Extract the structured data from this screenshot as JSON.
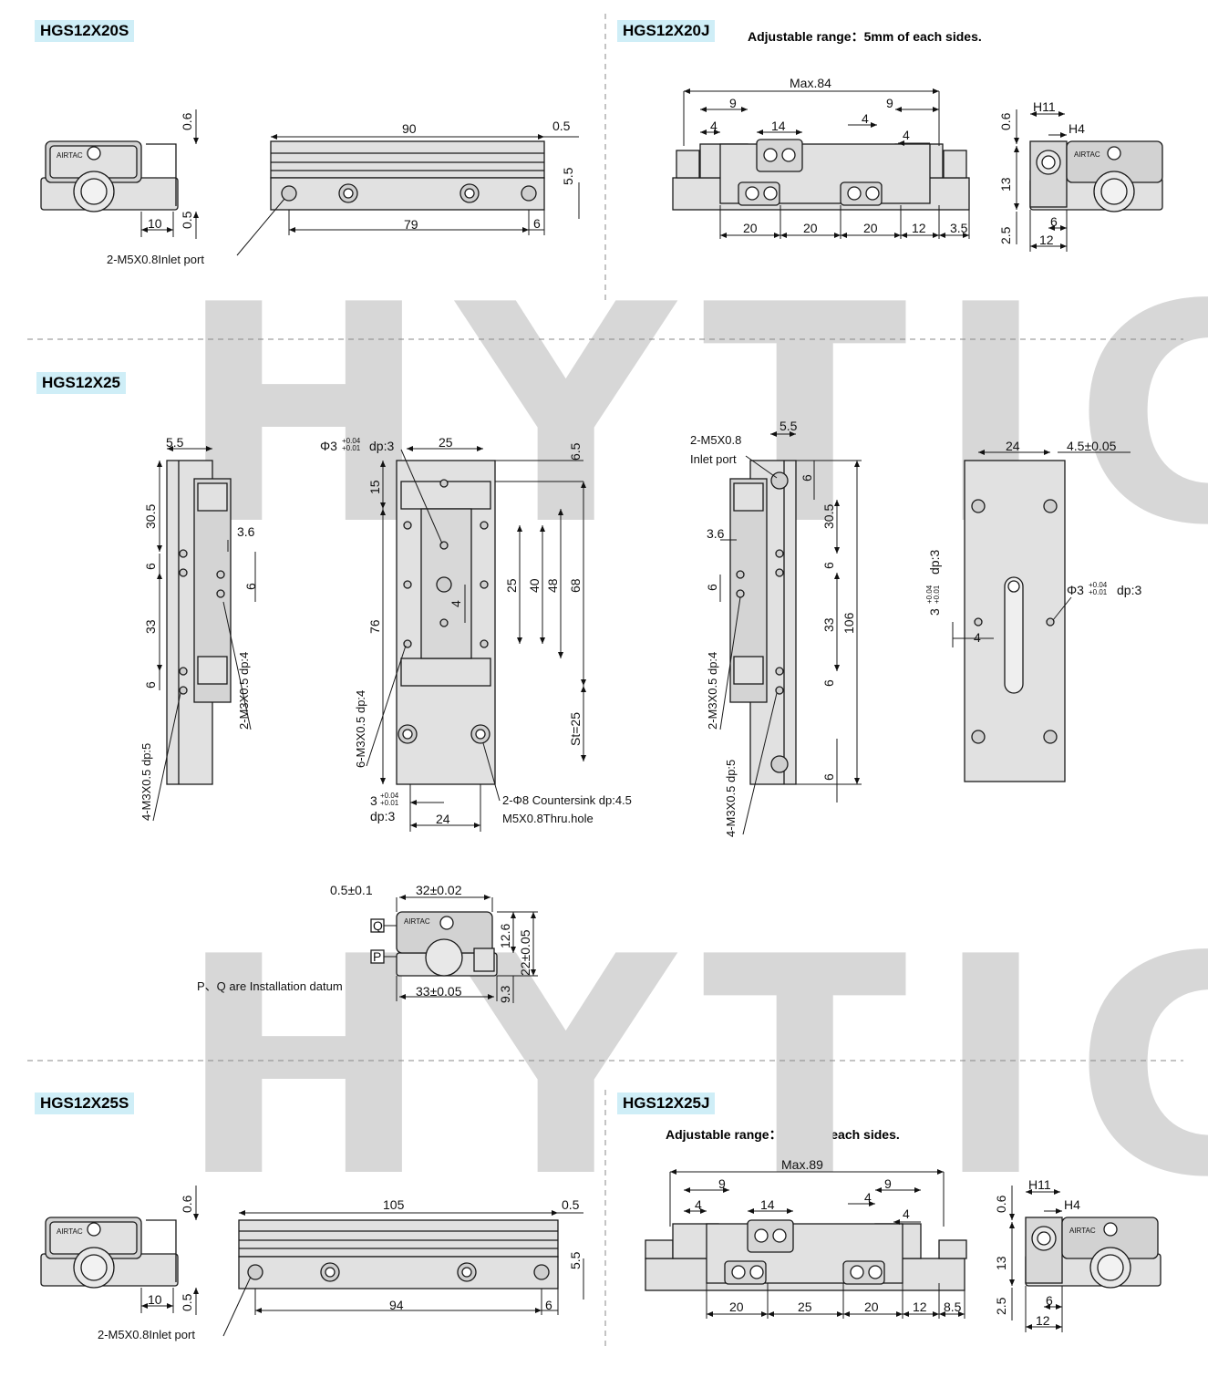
{
  "watermark": "HYTIC",
  "sections": {
    "s20s": {
      "tag": "HGS12X20S",
      "dims": {
        "d90": "90",
        "d05": "0.5",
        "d55": "5.5",
        "d79": "79",
        "d6": "6",
        "d06": "0.6",
        "d05b": "0.5",
        "d10": "10"
      },
      "port": "2-M5X0.8Inlet port"
    },
    "s20j": {
      "tag": "HGS12X20J",
      "note": "Adjustable range：5mm of each sides.",
      "dims": {
        "max": "Max.84",
        "a": "9",
        "b": "9",
        "c": "4",
        "d": "14",
        "e": "4",
        "f": "4",
        "g": "20",
        "h": "20",
        "i": "20",
        "j": "12",
        "k": "3.5"
      },
      "side": {
        "h11": "H11",
        "h4": "H4",
        "d06": "0.6",
        "d13": "13",
        "d25": "2.5",
        "d6": "6",
        "d12": "12"
      }
    },
    "s25": {
      "tag": "HGS12X25",
      "v1": {
        "d55": "5.5",
        "d305": "30.5",
        "d6a": "6",
        "d33": "33",
        "d6b": "6",
        "d36": "3.6",
        "d6c": "6",
        "m3a": "2-M3X0.5 dp:4",
        "m3b": "4-M3X0.5 dp:5"
      },
      "v2": {
        "phi": "Φ3",
        "tolp": "+0.04",
        "tolm": "+0.01",
        "dp": "dp:3",
        "d25": "25",
        "d65": "6.5",
        "d15": "15",
        "d25b": "25",
        "d40": "40",
        "d48": "48",
        "d68": "68",
        "d4": "4",
        "d76": "76",
        "st": "St=25",
        "m3": "6-M3X0.5 dp:4",
        "c3": "3",
        "cdp": "dp:3",
        "d24": "24",
        "csk": "2-Φ8 Countersink dp:4.5",
        "thru": "M5X0.8Thru.hole"
      },
      "v3": {
        "port1": "2-M5X0.8",
        "port2": "Inlet port",
        "d55": "5.5",
        "d6a": "6",
        "d305": "30.5",
        "d6b": "6",
        "d33": "33",
        "d106": "106",
        "d6c": "6",
        "d6d": "6",
        "d36": "3.6",
        "d6e": "6",
        "m3a": "2-M3X0.5 dp:4",
        "m3b": "4-M3X0.5 dp:5"
      },
      "v4": {
        "d24": "24",
        "d45": "4.5±0.05",
        "phi": "Φ3",
        "tolp": "+0.04",
        "tolm": "+0.01",
        "dp": "dp:3",
        "c3": "3",
        "cdp": "dp:3",
        "d4": "4"
      },
      "v5": {
        "d01": "0.5±0.1",
        "d32": "32±0.02",
        "d126": "12.6",
        "d22": "22±0.05",
        "d93": "9.3",
        "d33": "33±0.05",
        "q": "Q",
        "p": "P",
        "datum": "P、Q are Installation datum"
      }
    },
    "s25s": {
      "tag": "HGS12X25S",
      "dims": {
        "d105": "105",
        "d05": "0.5",
        "d55": "5.5",
        "d94": "94",
        "d6": "6",
        "d06": "0.6",
        "d05b": "0.5",
        "d10": "10"
      },
      "port": "2-M5X0.8Inlet port"
    },
    "s25j": {
      "tag": "HGS12X25J",
      "note": "Adjustable range：5mm of each sides.",
      "dims": {
        "max": "Max.89",
        "a": "9",
        "b": "9",
        "c": "4",
        "d": "14",
        "e": "4",
        "f": "4",
        "g": "20",
        "h": "25",
        "i": "20",
        "j": "12",
        "k": "8.5"
      },
      "side": {
        "h11": "H11",
        "h4": "H4",
        "d06": "0.6",
        "d13": "13",
        "d25": "2.5",
        "d6": "6",
        "d12": "12"
      }
    }
  },
  "colors": {
    "tag_bg": "#cfeef7",
    "body": "#e1e1e1",
    "line": "#1a1a1a",
    "watermark": "#d7d7d7"
  }
}
